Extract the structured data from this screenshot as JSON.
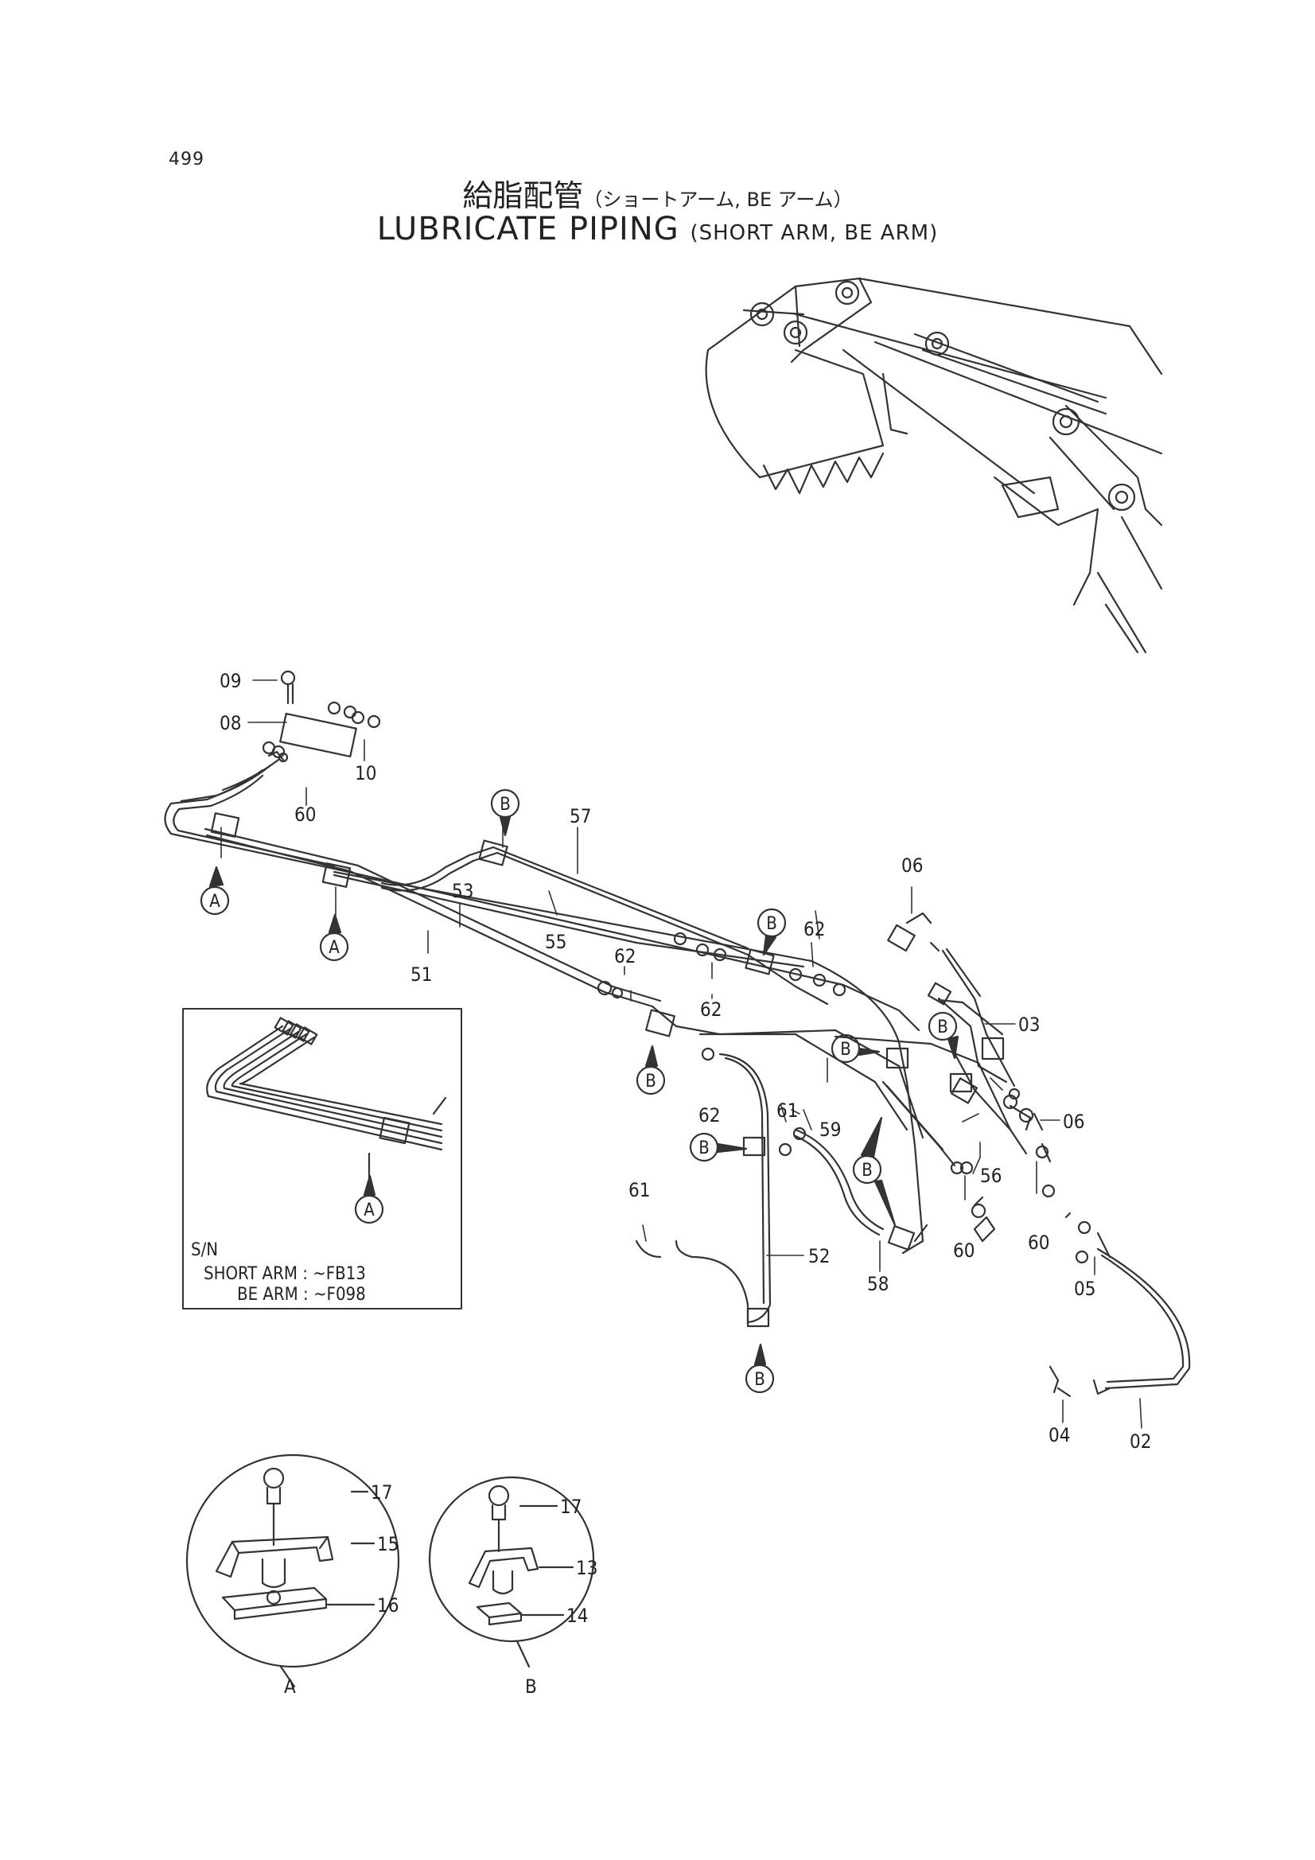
{
  "page_number": "499",
  "title_jp": "給脂配管",
  "title_jp_sub": "（ショートアーム, BE アーム）",
  "title_en": "LUBRICATE PIPING",
  "title_en_sub": "(SHORT ARM, BE ARM)",
  "inset_note": {
    "sn": "S/N",
    "short_arm": "SHORT ARM : ~FB13",
    "be_arm": "BE ARM : ~F098"
  },
  "detail_captions": {
    "a": "A",
    "b": "B"
  },
  "callouts": {
    "p02": "02",
    "p03": "03",
    "p04": "04",
    "p05": "05",
    "p06": "06",
    "p08": "08",
    "p09": "09",
    "p10": "10",
    "p13": "13",
    "p14": "14",
    "p15": "15",
    "p16": "16",
    "p17": "17",
    "p51": "51",
    "p52": "52",
    "p53": "53",
    "p55": "55",
    "p56": "56",
    "p57": "57",
    "p58": "58",
    "p59": "59",
    "p60": "60",
    "p61": "61",
    "p62": "62"
  },
  "circle_refs": {
    "a": "A",
    "b": "B"
  }
}
